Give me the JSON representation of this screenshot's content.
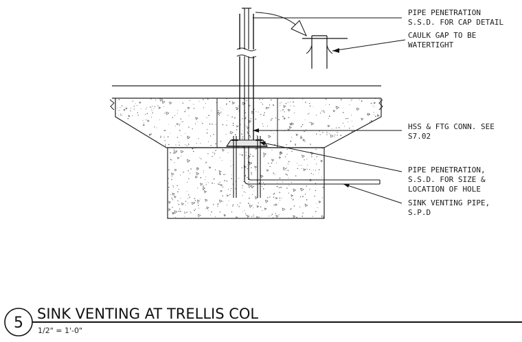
{
  "callouts": [
    {
      "id": "pipe-pen-cap",
      "lines": [
        "PIPE PENETRATION",
        "S.S.D. FOR CAP DETAIL"
      ]
    },
    {
      "id": "caulk-gap",
      "lines": [
        "CAULK GAP TO BE",
        "WATERTIGHT"
      ]
    },
    {
      "id": "hss-ftg",
      "lines": [
        "HSS & FTG CONN. SEE",
        "S7.02"
      ]
    },
    {
      "id": "pipe-pen-size",
      "lines": [
        "PIPE PENETRATION,",
        "S.S.D. FOR SIZE &",
        "LOCATION OF HOLE"
      ]
    },
    {
      "id": "sink-vent-pipe",
      "lines": [
        "SINK VENTING PIPE,",
        "S.P.D"
      ]
    }
  ],
  "title_block": {
    "number": "5",
    "title": "SINK VENTING AT TRELLIS COL",
    "scale": "1/2\" = 1'-0\""
  }
}
